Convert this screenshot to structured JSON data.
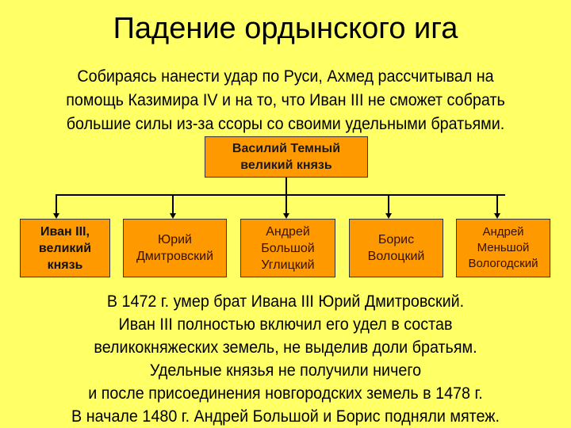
{
  "slide": {
    "title": "Падение ордынского ига",
    "intro_lines": [
      "Собираясь нанести удар по Руси, Ахмед рассчитывал на",
      "помощь Казимира IV и на то, что Иван III  не сможет собрать",
      "большие силы из-за ссоры со своими удельными братьями."
    ],
    "tree": {
      "root": {
        "line1": "Василий Темный",
        "line2": "великий князь"
      },
      "children": [
        {
          "lines": [
            "Иван III,",
            "великий",
            "князь"
          ]
        },
        {
          "lines": [
            "Юрий",
            "Дмитровский"
          ]
        },
        {
          "lines": [
            "Андрей",
            "Большой",
            "Углицкий"
          ]
        },
        {
          "lines": [
            "Борис",
            "Волоцкий"
          ]
        },
        {
          "lines": [
            "Андрей",
            "Меньшой",
            "Вологодский"
          ]
        }
      ]
    },
    "outro_lines": [
      "В 1472 г. умер брат Ивана III Юрий Дмитровский.",
      "Иван III полностью включил его удел в состав",
      "великокняжеских земель, не выделив доли братьям.",
      "Удельные князья не получили ничего",
      "и после присоединения новгородских земель в 1478 г.",
      "В начале 1480 г. Андрей Большой и Борис подняли мятеж."
    ],
    "colors": {
      "background": "#ffff66",
      "box_fill": "#ff9900"
    }
  }
}
